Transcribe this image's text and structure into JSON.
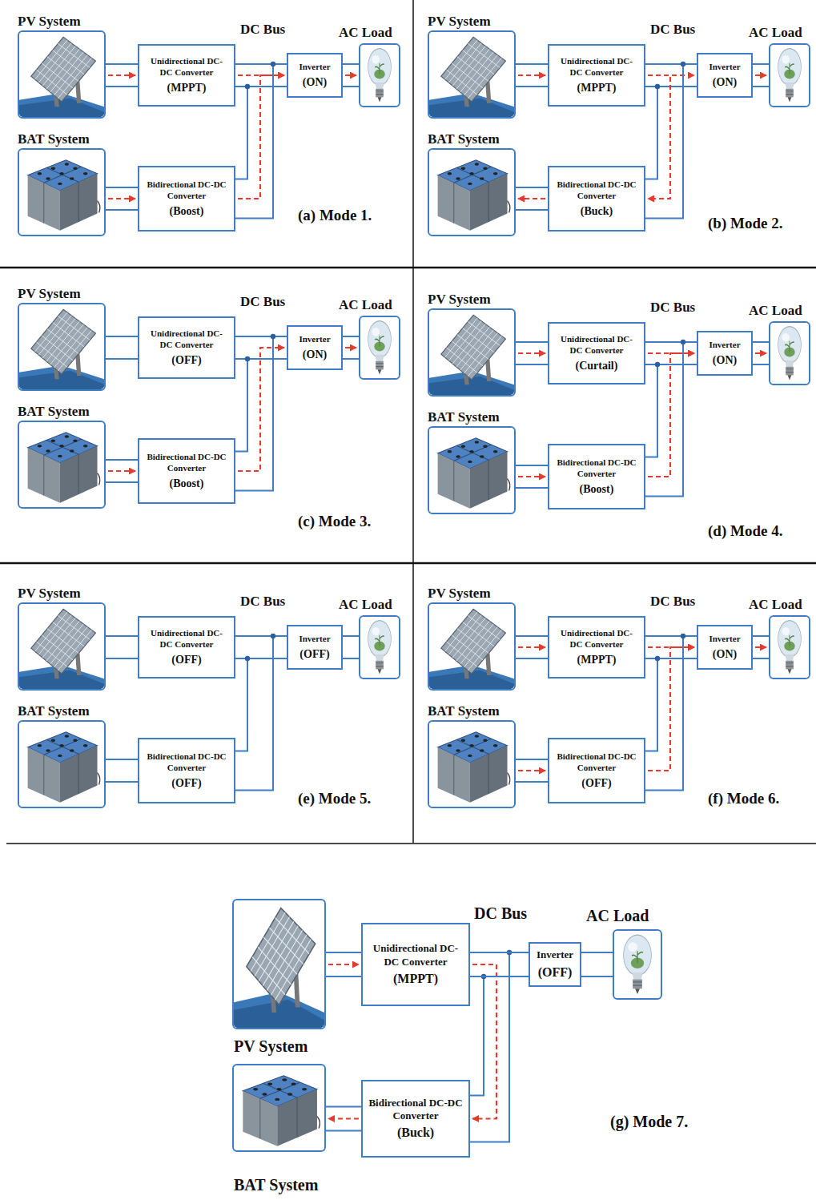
{
  "diagram": {
    "nodes": [
      {
        "text": [
          "PV System"
        ]
      },
      {
        "text": [
          "Unidirectional DC-DC Converter",
          "(MPPT)"
        ]
      },
      {
        "text": [
          "Inverter",
          "(ON)"
        ]
      },
      {
        "text": [
          "AC Load"
        ]
      },
      {
        "text": [
          "BAT System"
        ]
      },
      {
        "text": [
          "Bidirectional DC-DC Converter",
          "(Boost)"
        ]
      },
      {
        "text": [
          "PV System"
        ]
      },
      {
        "text": [
          "Unidirectional DC-DC Converter",
          "(MPPT)"
        ]
      },
      {
        "text": [
          "Inverter",
          "(ON)"
        ]
      },
      {
        "text": [
          "AC Load"
        ]
      },
      {
        "text": [
          "BAT System"
        ]
      },
      {
        "text": [
          "Bidirectional DC-DC Converter",
          "(Buck)"
        ]
      },
      {
        "text": [
          "PV System"
        ]
      },
      {
        "text": [
          "Unidirectional DC-DC Converter",
          "(OFF)"
        ]
      },
      {
        "text": [
          "Inverter",
          "(ON)"
        ]
      },
      {
        "text": [
          "AC Load"
        ]
      },
      {
        "text": [
          "BAT System"
        ]
      },
      {
        "text": [
          "Bidirectional DC-DC Converter",
          "(Boost)"
        ]
      },
      {
        "text": [
          "PV System"
        ]
      },
      {
        "text": [
          "Unidirectional DC-DC Converter",
          "(Curtail)"
        ]
      },
      {
        "text": [
          "Inverter",
          "(ON)"
        ]
      },
      {
        "text": [
          "AC Load"
        ]
      },
      {
        "text": [
          "BAT System"
        ]
      },
      {
        "text": [
          "Bidirectional DC-DC Converter",
          "(Boost)"
        ]
      },
      {
        "text": [
          "PV System"
        ]
      },
      {
        "text": [
          "Unidirectional DC-DC Converter",
          "(OFF)"
        ]
      },
      {
        "text": [
          "Inverter",
          "(OFF)"
        ]
      },
      {
        "text": [
          "AC Load"
        ]
      },
      {
        "text": [
          "BAT System"
        ]
      },
      {
        "text": [
          "Bidirectional DC-DC Converter",
          "(OFF)"
        ]
      },
      {
        "text": [
          "PV System"
        ]
      },
      {
        "text": [
          "Unidirectional DC-DC Converter",
          "(MPPT)"
        ]
      },
      {
        "text": [
          "Inverter",
          "(ON)"
        ]
      },
      {
        "text": [
          "AC Load"
        ]
      },
      {
        "text": [
          "BAT System"
        ]
      },
      {
        "text": [
          "Bidirectional DC-DC Converter",
          "(OFF)"
        ]
      },
      {
        "text": [
          "PV System"
        ]
      },
      {
        "text": [
          "Unidirectional DC-DC Converter",
          "(MPPT)"
        ]
      },
      {
        "text": [
          "Inverter",
          "(OFF)"
        ]
      },
      {
        "text": [
          "AC Load"
        ]
      },
      {
        "text": [
          "BAT System"
        ]
      },
      {
        "text": [
          "Bidirectional DC-DC Converter",
          "(Buck)"
        ]
      }
    ],
    "edges": [
      {
        "from": 0,
        "to": 1,
        "arrow": "to"
      },
      {
        "from": 1,
        "to": 2,
        "arrow": "to"
      },
      {
        "from": 4,
        "to": 5,
        "arrow": "to"
      },
      {
        "from": 5,
        "to": 2,
        "arrow": "to"
      },
      {
        "from": 2,
        "to": 3,
        "arrow": "to"
      },
      {
        "from": 6,
        "to": 7,
        "arrow": "to"
      },
      {
        "from": 7,
        "to": 8,
        "arrow": "to"
      },
      {
        "from": 8,
        "to": 9,
        "arrow": "to"
      },
      {
        "from": 7,
        "to": 11,
        "arrow": "to"
      },
      {
        "from": 11,
        "to": 10,
        "arrow": "to"
      },
      {
        "from": 12,
        "to": 13,
        "arrow": "none"
      },
      {
        "from": 13,
        "to": 14,
        "arrow": "none"
      },
      {
        "from": 16,
        "to": 17,
        "arrow": "to"
      },
      {
        "from": 17,
        "to": 14,
        "arrow": "to"
      },
      {
        "from": 14,
        "to": 15,
        "arrow": "to"
      },
      {
        "from": 18,
        "to": 19,
        "arrow": "to"
      },
      {
        "from": 19,
        "to": 20,
        "arrow": "to"
      },
      {
        "from": 22,
        "to": 23,
        "arrow": "to"
      },
      {
        "from": 23,
        "to": 20,
        "arrow": "to"
      },
      {
        "from": 20,
        "to": 21,
        "arrow": "to"
      },
      {
        "from": 24,
        "to": 25,
        "arrow": "none"
      },
      {
        "from": 25,
        "to": 26,
        "arrow": "none"
      },
      {
        "from": 28,
        "to": 29,
        "arrow": "none"
      },
      {
        "from": 29,
        "to": 26,
        "arrow": "none"
      },
      {
        "from": 26,
        "to": 27,
        "arrow": "none"
      },
      {
        "from": 30,
        "to": 31,
        "arrow": "to"
      },
      {
        "from": 31,
        "to": 32,
        "arrow": "to"
      },
      {
        "from": 34,
        "to": 35,
        "arrow": "to"
      },
      {
        "from": 35,
        "to": 32,
        "arrow": "to"
      },
      {
        "from": 32,
        "to": 33,
        "arrow": "to"
      },
      {
        "from": 36,
        "to": 37,
        "arrow": "to"
      },
      {
        "from": 37,
        "to": 41,
        "arrow": "to"
      },
      {
        "from": 41,
        "to": 40,
        "arrow": "to"
      },
      {
        "from": 37,
        "to": 38,
        "arrow": "none"
      },
      {
        "from": 38,
        "to": 39,
        "arrow": "none"
      }
    ],
    "labels": [
      "DC Bus",
      "(a) Mode 1.",
      "DC Bus",
      "(b) Mode 2.",
      "DC Bus",
      "(c) Mode 3.",
      "DC Bus",
      "(d) Mode 4.",
      "DC Bus",
      "(e) Mode 5.",
      "DC Bus",
      "(f) Mode 6.",
      "DC Bus",
      "(g) Mode 7."
    ]
  }
}
